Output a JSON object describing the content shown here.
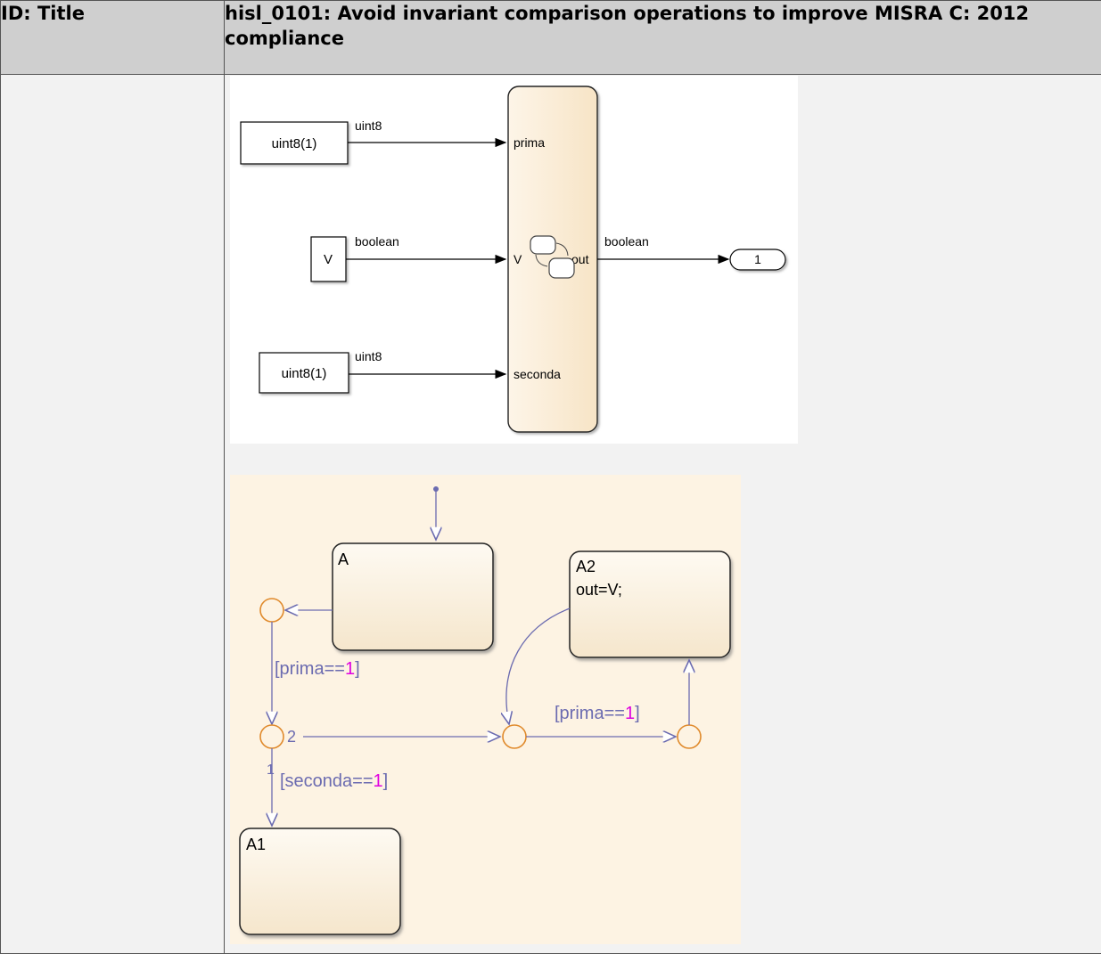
{
  "header": {
    "col1": "ID: Title",
    "col2": "hisl_0101: Avoid invariant comparison operations to improve MISRA C: 2012 compliance"
  },
  "model": {
    "const1_label": "uint8(1)",
    "const1_type": "uint8",
    "input_v_label": "V",
    "input_v_type": "boolean",
    "const2_label": "uint8(1)",
    "const2_type": "uint8",
    "chart_port_prima": "prima",
    "chart_port_v": "V",
    "chart_port_out": "out",
    "chart_port_seconda": "seconda",
    "output_type": "boolean",
    "outport_label": "1"
  },
  "stateflow": {
    "state_a": "A",
    "state_a1": "A1",
    "state_a2_name": "A2",
    "state_a2_action": "out=V;",
    "guard_prima_1_prefix": "[prima==",
    "guard_prima_1_value": "1",
    "guard_prima_1_suffix": "]",
    "guard_seconda_prefix": "[seconda==",
    "guard_seconda_value": "1",
    "guard_seconda_suffix": "]",
    "guard_prima_2_prefix": "[prima==",
    "guard_prima_2_value": "1",
    "guard_prima_2_suffix": "]",
    "order_2": "2",
    "order_1": "1"
  },
  "colors": {
    "transition": "#6b6bb0",
    "junction": "#e08a2c",
    "literal": "#e000e0",
    "state_fill": "#fbf1e0",
    "canvas": "#fdf3e3"
  }
}
